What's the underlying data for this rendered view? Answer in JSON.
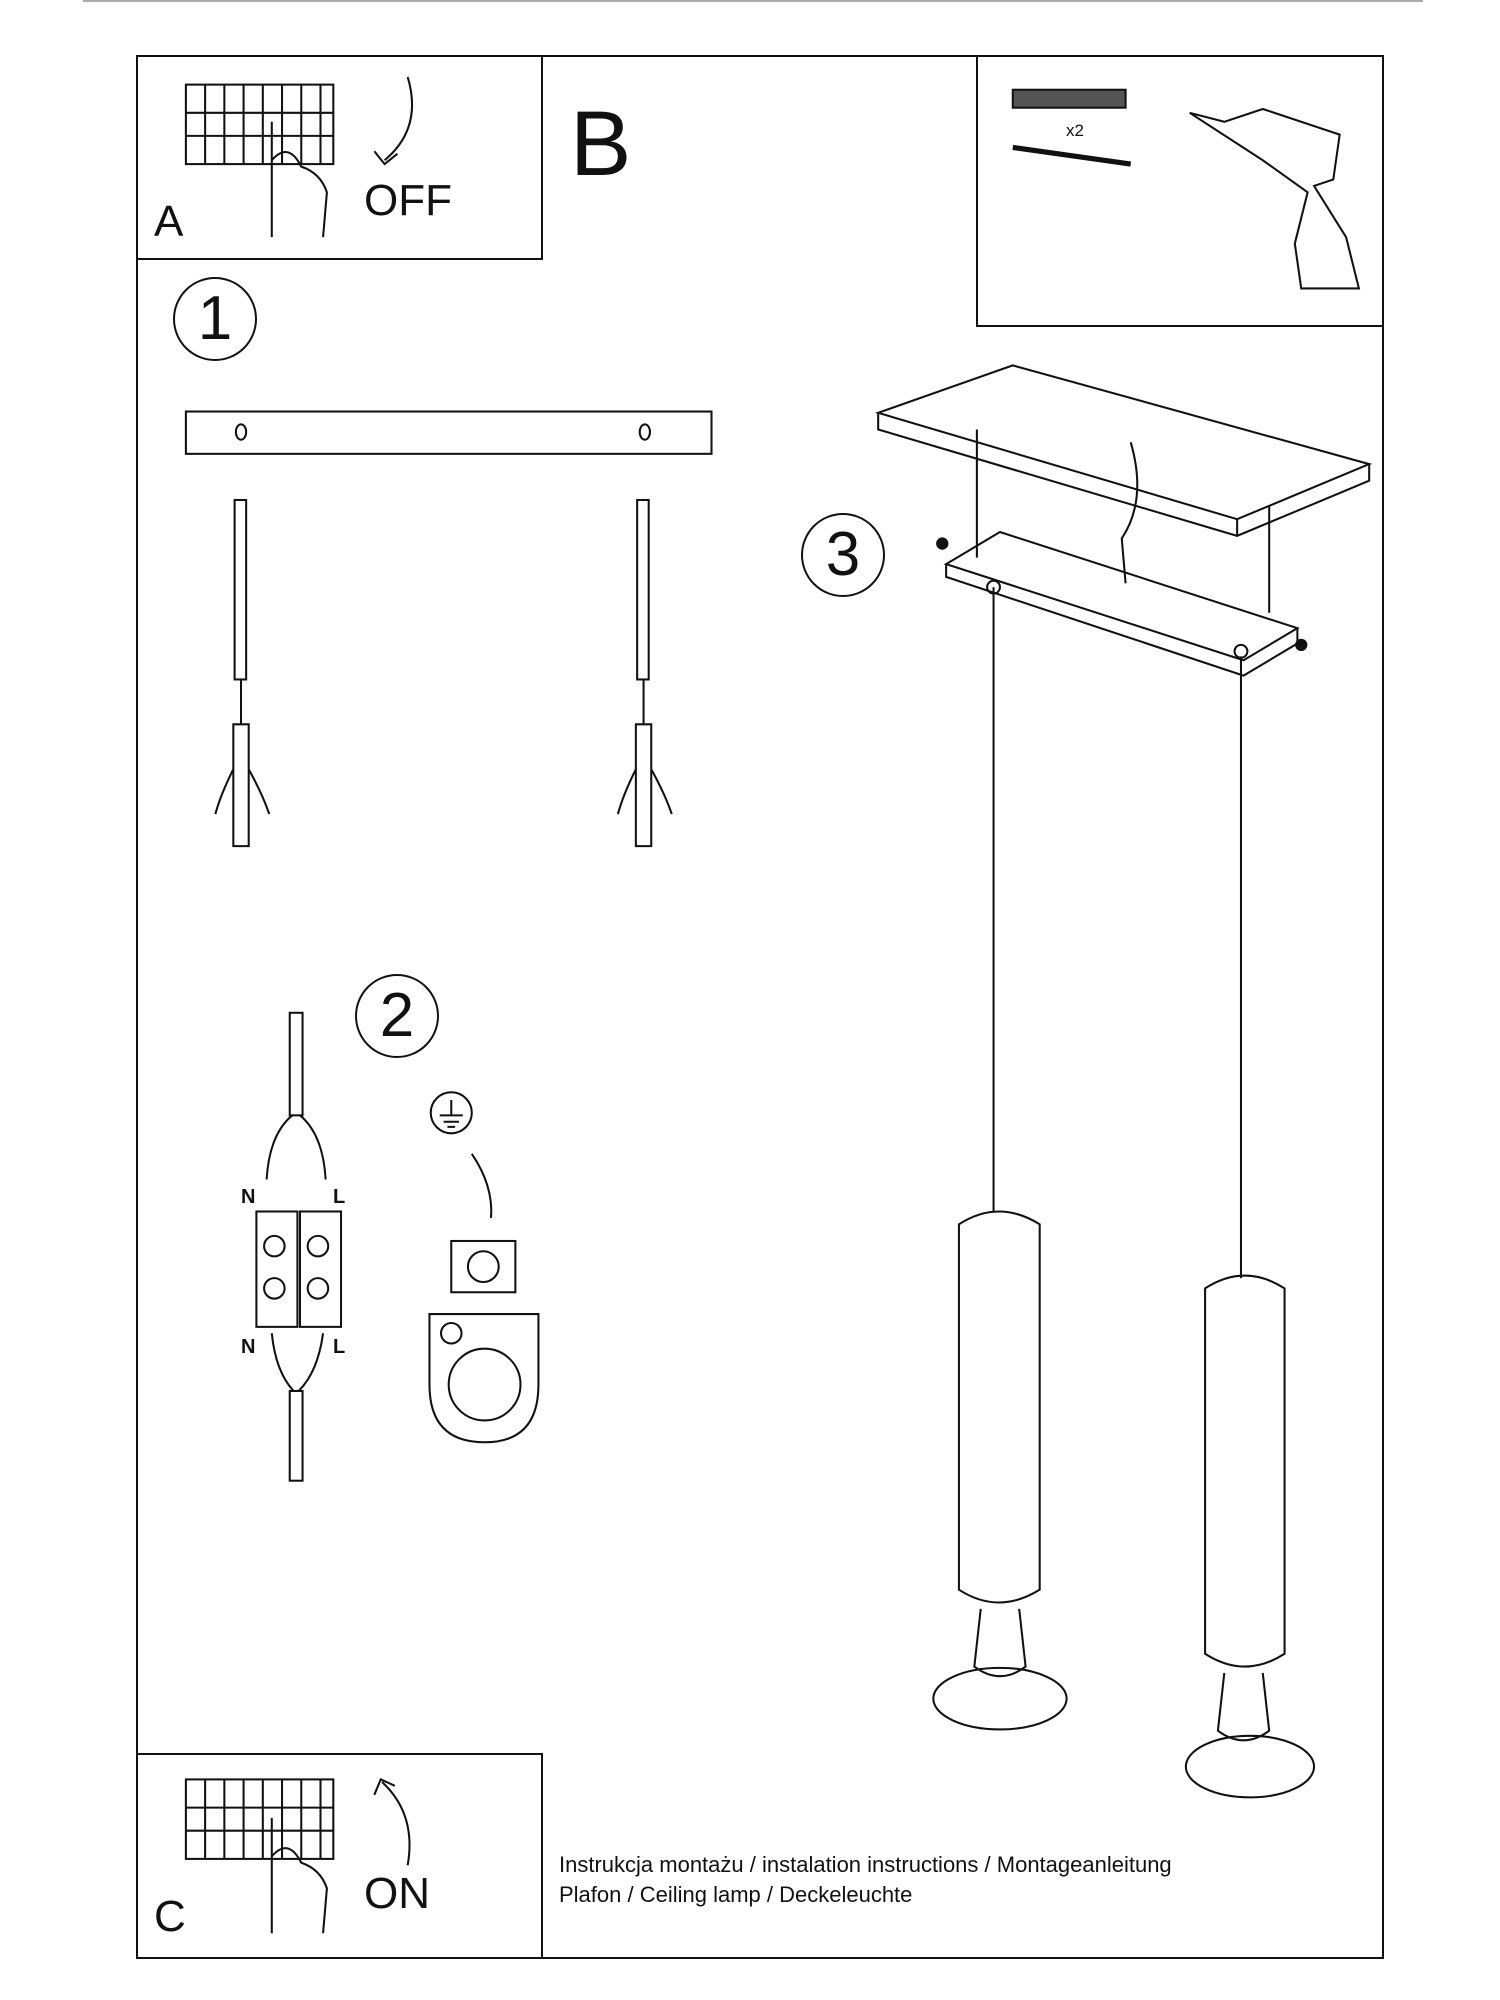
{
  "panels": {
    "a": {
      "letter": "A",
      "state": "OFF"
    },
    "b": {
      "letter": "B",
      "quantity": "x2"
    },
    "c": {
      "letter": "C",
      "state": "ON"
    }
  },
  "steps": [
    "1",
    "2",
    "3"
  ],
  "wiring": {
    "neutral_top": "N",
    "live_top": "L",
    "neutral_bottom": "N",
    "live_bottom": "L"
  },
  "footer": {
    "line1": "Instrukcja montażu / instalation instructions / Montageanleitung",
    "line2": "Plafon / Ceiling lamp / Deckeleuchte"
  }
}
